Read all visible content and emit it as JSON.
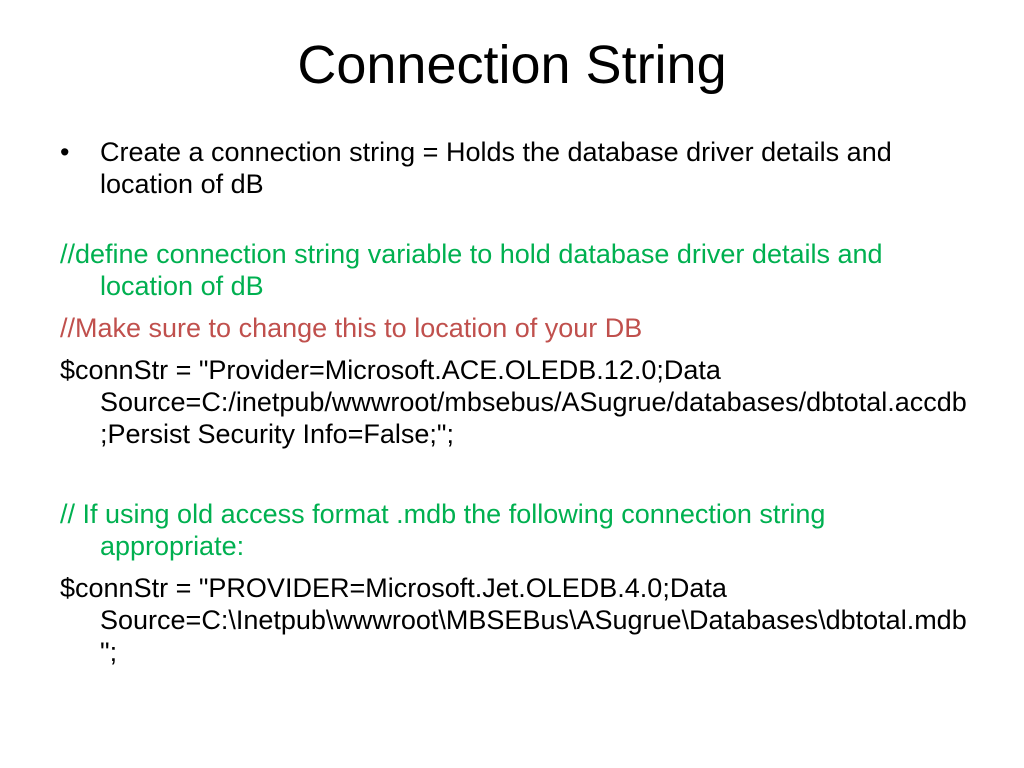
{
  "title": "Connection String",
  "bullet": {
    "symbol": "•",
    "text": "Create a connection string = Holds the database driver details and location of dB"
  },
  "comment_define": "//define connection string variable to hold database driver details and location of dB",
  "comment_make_sure": "//Make sure to change this to location of your DB",
  "code_ace": "$connStr = \"Provider=Microsoft.ACE.OLEDB.12.0;Data Source=C:/inetpub/wwwroot/mbsebus/ASugrue/databases/dbtotal.accdb;Persist Security Info=False;\";",
  "comment_old_access": "// If using old access format .mdb the following connection string appropriate:",
  "code_jet": "$connStr = \"PROVIDER=Microsoft.Jet.OLEDB.4.0;Data Source=C:\\Inetpub\\wwwroot\\MBSEBus\\ASugrue\\Databases\\dbtotal.mdb\";",
  "colors": {
    "comment_green": "#00b050",
    "comment_red": "#c0504d",
    "text": "#000000",
    "background": "#ffffff"
  }
}
